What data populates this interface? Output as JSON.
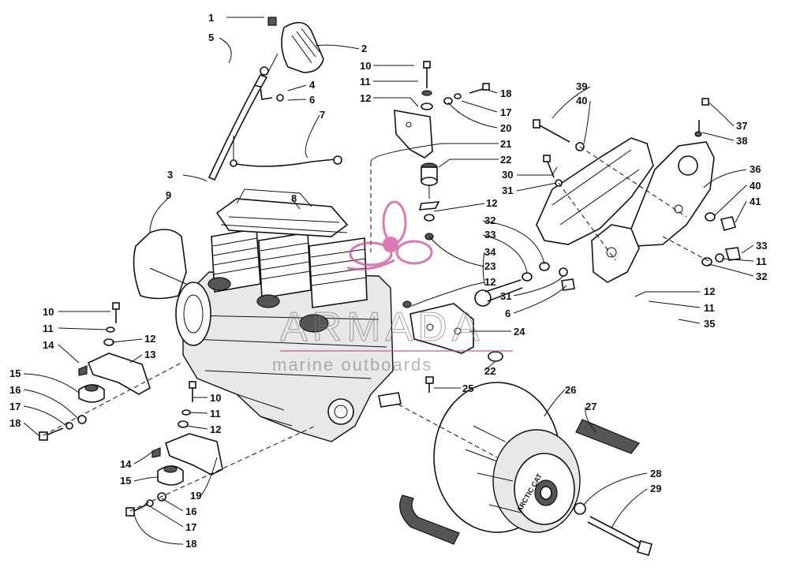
{
  "diagram": {
    "callouts": [
      {
        "id": "c1",
        "text": "1"
      },
      {
        "id": "c5",
        "text": "5"
      },
      {
        "id": "c2",
        "text": "2"
      },
      {
        "id": "c10a",
        "text": "10"
      },
      {
        "id": "c11a",
        "text": "11"
      },
      {
        "id": "c4",
        "text": "4"
      },
      {
        "id": "c6a",
        "text": "6"
      },
      {
        "id": "c12a",
        "text": "12"
      },
      {
        "id": "c18a",
        "text": "18"
      },
      {
        "id": "c17a",
        "text": "17"
      },
      {
        "id": "c20",
        "text": "20"
      },
      {
        "id": "c7",
        "text": "7"
      },
      {
        "id": "c21",
        "text": "21"
      },
      {
        "id": "c22a",
        "text": "22"
      },
      {
        "id": "c39",
        "text": "39"
      },
      {
        "id": "c40a",
        "text": "40"
      },
      {
        "id": "c37",
        "text": "37"
      },
      {
        "id": "c38",
        "text": "38"
      },
      {
        "id": "c3",
        "text": "3"
      },
      {
        "id": "c30",
        "text": "30"
      },
      {
        "id": "c31a",
        "text": "31"
      },
      {
        "id": "c36",
        "text": "36"
      },
      {
        "id": "c40b",
        "text": "40"
      },
      {
        "id": "c41",
        "text": "41"
      },
      {
        "id": "c9",
        "text": "9"
      },
      {
        "id": "c8",
        "text": "8"
      },
      {
        "id": "c12b",
        "text": "12"
      },
      {
        "id": "c32a",
        "text": "32"
      },
      {
        "id": "c33a",
        "text": "33"
      },
      {
        "id": "c34",
        "text": "34"
      },
      {
        "id": "c23",
        "text": "23"
      },
      {
        "id": "c33b",
        "text": "33"
      },
      {
        "id": "c11b",
        "text": "11"
      },
      {
        "id": "c32b",
        "text": "32"
      },
      {
        "id": "c31b",
        "text": "31"
      },
      {
        "id": "c6b",
        "text": "6"
      },
      {
        "id": "c12c",
        "text": "12"
      },
      {
        "id": "c12d",
        "text": "12"
      },
      {
        "id": "c11c",
        "text": "11"
      },
      {
        "id": "c35",
        "text": "35"
      },
      {
        "id": "c10b",
        "text": "10"
      },
      {
        "id": "c11d",
        "text": "11"
      },
      {
        "id": "c12e",
        "text": "12"
      },
      {
        "id": "c14a",
        "text": "14"
      },
      {
        "id": "c13",
        "text": "13"
      },
      {
        "id": "c24",
        "text": "24"
      },
      {
        "id": "c22b",
        "text": "22"
      },
      {
        "id": "c15a",
        "text": "15"
      },
      {
        "id": "c16a",
        "text": "16"
      },
      {
        "id": "c25",
        "text": "25"
      },
      {
        "id": "c26",
        "text": "26"
      },
      {
        "id": "c27",
        "text": "27"
      },
      {
        "id": "c17b",
        "text": "17"
      },
      {
        "id": "c18b",
        "text": "18"
      },
      {
        "id": "c10c",
        "text": "10"
      },
      {
        "id": "c11e",
        "text": "11"
      },
      {
        "id": "c12f",
        "text": "12"
      },
      {
        "id": "c14b",
        "text": "14"
      },
      {
        "id": "c15b",
        "text": "15"
      },
      {
        "id": "c19",
        "text": "19"
      },
      {
        "id": "c16b",
        "text": "16"
      },
      {
        "id": "c17c",
        "text": "17"
      },
      {
        "id": "c18c",
        "text": "18"
      },
      {
        "id": "c28",
        "text": "28"
      },
      {
        "id": "c29",
        "text": "29"
      }
    ]
  },
  "watermark": {
    "brand": "ARMADA",
    "tagline": "marine outboards",
    "colors": {
      "petal": "#d14b9a",
      "text": "#777777"
    }
  },
  "logos": {
    "clutch_brand": "ARCTIC CAT"
  }
}
